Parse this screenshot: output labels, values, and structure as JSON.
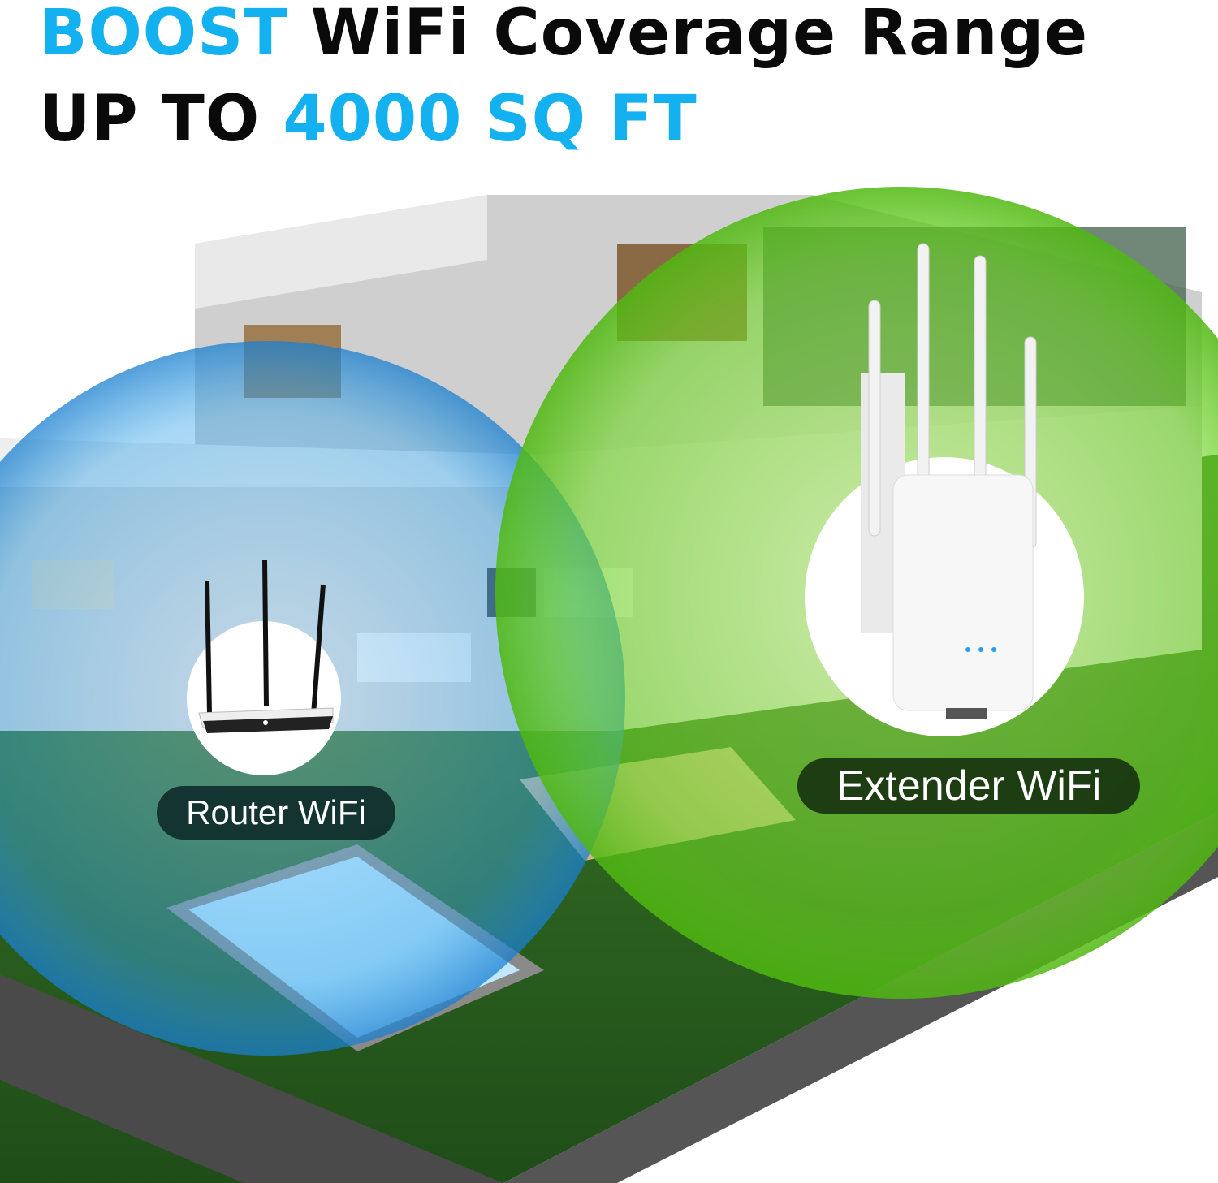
{
  "headline": {
    "line1_accent": "BOOST",
    "line1_rest": " WiFi Coverage Range",
    "line2_prefix": "UP TO ",
    "line2_accent": "4000 SQ FT"
  },
  "zones": {
    "router_label": "Router WiFi",
    "extender_label": "Extender WiFi"
  },
  "colors": {
    "accent_blue": "#14b1f1",
    "router_zone": "#3aa6e8",
    "extender_zone": "#6fd624",
    "lawn": "#2f6a24"
  },
  "icons": [
    "router-icon",
    "wifi-extender-icon",
    "house-illustration",
    "pool-illustration"
  ]
}
